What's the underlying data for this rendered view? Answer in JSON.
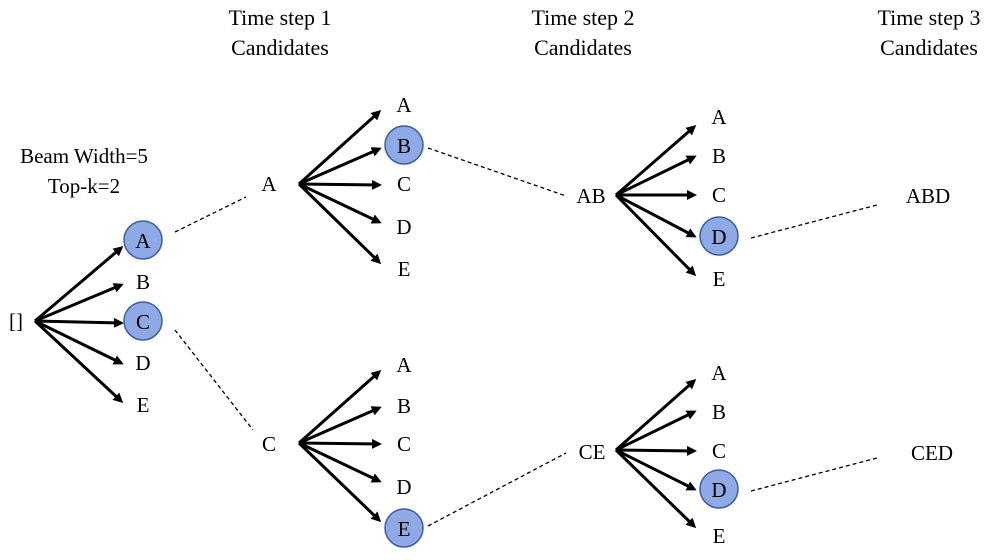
{
  "headers": {
    "t1": [
      "Time step 1",
      "Candidates"
    ],
    "t2": [
      "Time step 2",
      "Candidates"
    ],
    "t3": [
      "Time step 3",
      "Candidates"
    ]
  },
  "params": {
    "beam_width": "Beam Width=5",
    "top_k": "Top-k=2"
  },
  "root": "[]",
  "candidates": [
    "A",
    "B",
    "C",
    "D",
    "E"
  ],
  "step1": {
    "selected": [
      "A",
      "C"
    ]
  },
  "step2": {
    "upper_prefix": "A",
    "lower_prefix": "C",
    "upper_selected": "B",
    "lower_selected": "E"
  },
  "step3": {
    "upper_prefix": "AB",
    "lower_prefix": "CE",
    "upper_selected": "D",
    "lower_selected": "D"
  },
  "results": {
    "upper": "ABD",
    "lower": "CED"
  },
  "colors": {
    "selected_fill": "#8ea9e6",
    "selected_stroke": "#3d5f99"
  }
}
